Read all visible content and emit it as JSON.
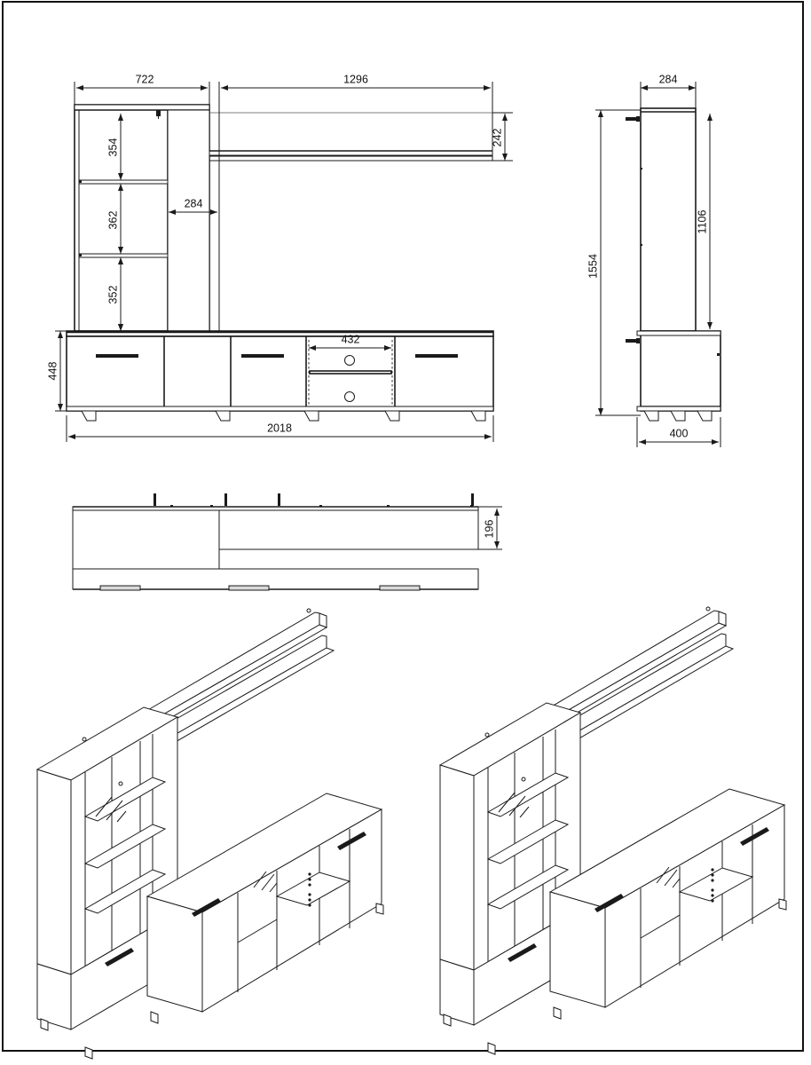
{
  "document": {
    "type": "technical-drawing",
    "subject": "living room wall unit / TV entertainment furniture set",
    "views": [
      "front-elevation",
      "side-elevation",
      "top-plan",
      "isometric-left",
      "isometric-right"
    ],
    "units": "mm",
    "line_color": "#1a1a1a",
    "background_color": "#ffffff",
    "border_color": "#111111"
  },
  "front_view": {
    "name": "Front elevation",
    "dimensions": {
      "tall_cabinet_width": "722",
      "tv_panel_width": "1296",
      "glass_door_width": "284",
      "shelf_top_compartment": "354",
      "shelf_middle_compartment": "362",
      "shelf_bottom_compartment": "352",
      "wall_shelf_height": "242",
      "base_cabinet_height": "448",
      "total_width": "2018",
      "tv_drawer_width": "432"
    }
  },
  "side_view": {
    "name": "Side elevation",
    "dimensions": {
      "cabinet_depth_top": "284",
      "total_height": "1554",
      "upper_cabinet_height": "1106",
      "base_depth": "400"
    }
  },
  "top_view": {
    "name": "Top plan view",
    "dimensions": {
      "panel_depth": "196"
    }
  },
  "isometric_views": [
    {
      "name": "Isometric view left",
      "label": ""
    },
    {
      "name": "Isometric view right",
      "label": ""
    }
  ],
  "dimension_labels": [
    "722",
    "1296",
    "284",
    "242",
    "354",
    "362",
    "352",
    "432",
    "448",
    "2018",
    "284",
    "1554",
    "1106",
    "400",
    "196"
  ]
}
